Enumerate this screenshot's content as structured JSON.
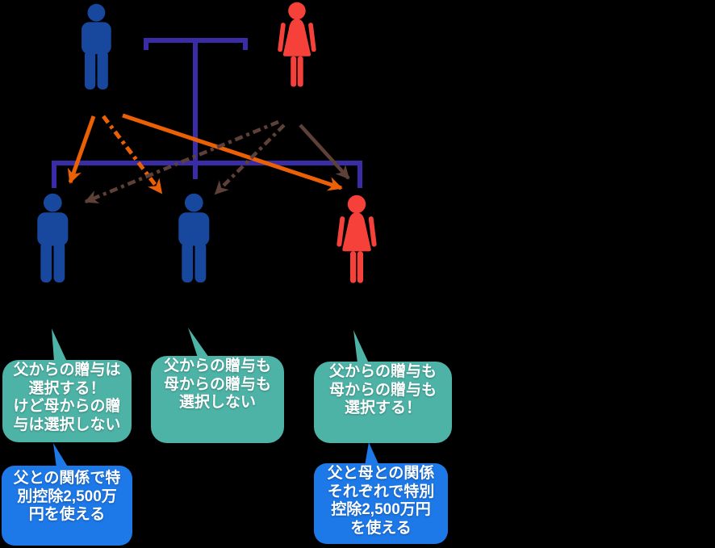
{
  "colors": {
    "background": "#000000",
    "male_blue": "#17489E",
    "female_red": "#F6413B",
    "connector_purple": "#3A2BA6",
    "arrow_orange": "#EC6005",
    "arrow_brown": "#5D4037",
    "bubble_teal": "#4DB3A6",
    "note_blue": "#1D78E8",
    "text_white": "#FFFFFF"
  },
  "figures": [
    {
      "name": "father",
      "icon": "male-person-icon",
      "color_key": "male_blue"
    },
    {
      "name": "mother",
      "icon": "female-person-icon",
      "color_key": "female_red"
    },
    {
      "name": "child-1",
      "icon": "male-person-icon",
      "color_key": "male_blue"
    },
    {
      "name": "child-2",
      "icon": "male-person-icon",
      "color_key": "male_blue"
    },
    {
      "name": "child-3",
      "icon": "female-person-icon",
      "color_key": "female_red"
    }
  ],
  "arrows": [
    {
      "name": "gift-father-to-child1",
      "from": "father",
      "to": "child-1",
      "style": "solid",
      "color_key": "arrow_orange"
    },
    {
      "name": "gift-father-to-child2",
      "from": "father",
      "to": "child-2",
      "style": "dashed",
      "color_key": "arrow_orange"
    },
    {
      "name": "gift-father-to-child3",
      "from": "father",
      "to": "child-3",
      "style": "solid",
      "color_key": "arrow_orange"
    },
    {
      "name": "gift-mother-to-child1",
      "from": "mother",
      "to": "child-1",
      "style": "dashed",
      "color_key": "arrow_brown"
    },
    {
      "name": "gift-mother-to-child2",
      "from": "mother",
      "to": "child-2",
      "style": "dashed",
      "color_key": "arrow_brown"
    },
    {
      "name": "gift-mother-to-child3",
      "from": "mother",
      "to": "child-3",
      "style": "solid",
      "color_key": "arrow_brown"
    }
  ],
  "bubbles": [
    {
      "name": "child1-choice",
      "text": "父からの贈与は\n選択する！\nけど母からの贈\n与は選択しない"
    },
    {
      "name": "child2-choice",
      "text": "父からの贈与も\n母からの贈与も\n選択しない"
    },
    {
      "name": "child3-choice",
      "text": "父からの贈与も\n母からの贈与も\n選択する！"
    }
  ],
  "notes": [
    {
      "name": "child1-deduction",
      "text": "父との関係で特\n別控除2,500万\n円を使える"
    },
    {
      "name": "child3-deduction",
      "text": "父と母との関係\nそれぞれで特別\n控除2,500万円\nを使える"
    }
  ]
}
